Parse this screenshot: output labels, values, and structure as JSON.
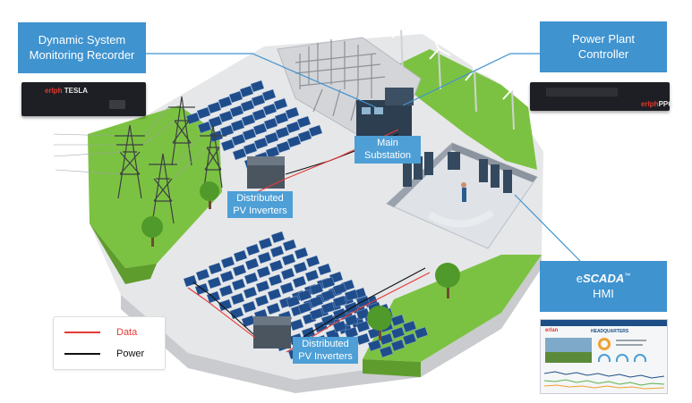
{
  "callouts": {
    "dsmr": {
      "line1": "Dynamic System",
      "line2": "Monitoring Recorder"
    },
    "ppc": {
      "line1": "Power Plant",
      "line2": "Controller"
    },
    "escada": {
      "prefix": "e",
      "name": "SCADA",
      "tm": "™",
      "line2": "HMI"
    }
  },
  "labels": {
    "main_substation": {
      "line1": "Main",
      "line2": "Substation"
    },
    "inverters_top": {
      "line1": "Distributed",
      "line2": "PV Inverters"
    },
    "inverters_bottom": {
      "line1": "Distributed",
      "line2": "PV Inverters"
    }
  },
  "devices": {
    "tesla": {
      "brand_prefix": "erlph",
      "brand_name": "TESLA"
    },
    "ppc": {
      "brand_prefix": "erlph",
      "brand_name": "PPC"
    }
  },
  "hmi_screen": {
    "logo": "erlan",
    "title": "HEADQUARTERS"
  },
  "legend": {
    "items": [
      {
        "label": "Data",
        "color": "#e53935"
      },
      {
        "label": "Power",
        "color": "#111111"
      }
    ]
  },
  "colors": {
    "accent": "#3f93cf",
    "ground": "#e8e9eb",
    "grass": "#7cc242",
    "panel": "#1f4d8c",
    "data_line": "#e53935",
    "power_line": "#111111",
    "connector": "#3f93cf"
  }
}
